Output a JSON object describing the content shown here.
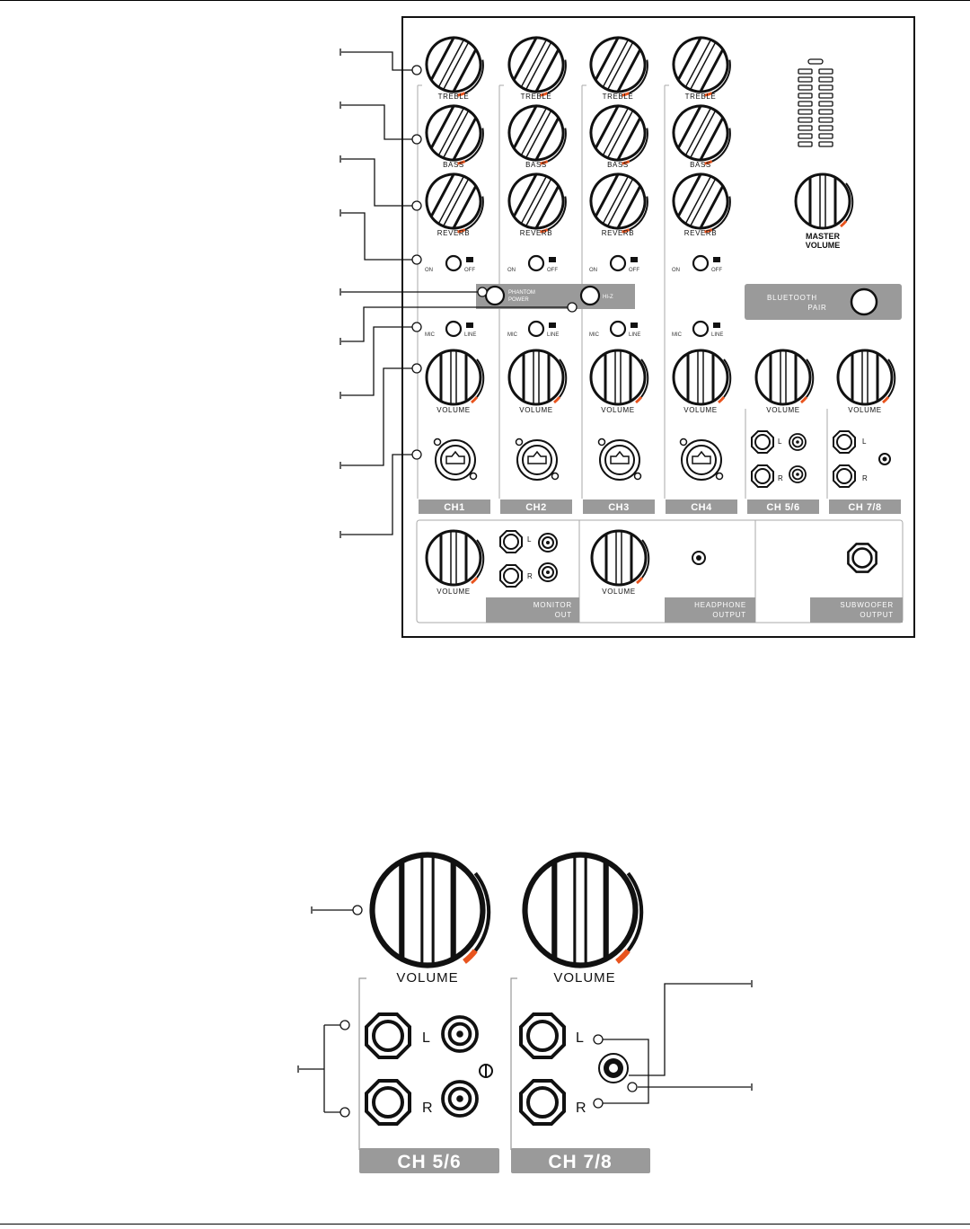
{
  "channels": [
    {
      "id": "ch1",
      "label": "CH1"
    },
    {
      "id": "ch2",
      "label": "CH2"
    },
    {
      "id": "ch3",
      "label": "CH3"
    },
    {
      "id": "ch4",
      "label": "CH4"
    },
    {
      "id": "ch56",
      "label": "CH 5/6"
    },
    {
      "id": "ch78",
      "label": "CH 7/8"
    }
  ],
  "knobs": {
    "treble": "TREBLE",
    "bass": "BASS",
    "reverb": "REVERB",
    "volume": "VOLUME"
  },
  "switches": {
    "on": "ON",
    "off": "OFF",
    "mic": "MIC",
    "line": "LINE",
    "phantom_line1": "PHANTOM",
    "phantom_line2": "POWER",
    "hiz": "HI-Z"
  },
  "master": {
    "line1": "MASTER",
    "line2": "VOLUME"
  },
  "bluetooth": {
    "line1": "BLUETOOTH",
    "line2": "PAIR"
  },
  "jack_labels": {
    "left": "L",
    "right": "R"
  },
  "outputs": {
    "monitor": {
      "line1": "MONITOR",
      "line2": "OUT"
    },
    "headphone": {
      "line1": "HEADPHONE",
      "line2": "OUTPUT"
    },
    "subwoofer": {
      "line1": "SUBWOOFER",
      "line2": "OUTPUT"
    }
  },
  "colors": {
    "panel_gray": "#9a9a9a",
    "accent": "#e8541e",
    "outline": "#222222"
  }
}
